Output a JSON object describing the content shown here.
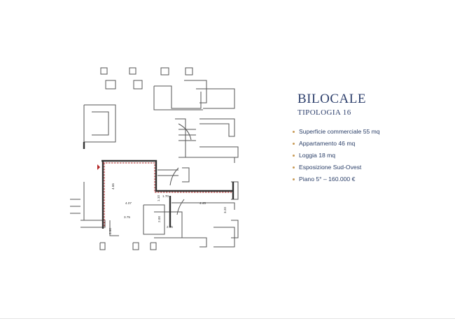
{
  "header": {
    "title": "BILOCALE",
    "subtitle": "TIPOLOGIA 16"
  },
  "features": [
    "Superficie commerciale 55 mq",
    "Appartamento 46 mq",
    "Loggia 18 mq",
    "Esposizione Sud-Ovest",
    "Piano 5° – 160.000 €"
  ],
  "floorplan": {
    "dimensions": [
      "4.65",
      "4.07",
      "1.70",
      "4.45",
      "3.75",
      "2.90",
      "2.95",
      "3.20",
      "1.10",
      "2.00"
    ]
  },
  "colors": {
    "title": "#2d3f6c",
    "text": "#2b3f68",
    "bullet": "#c79a56",
    "outline": "#b32424",
    "walls": "#555555"
  }
}
